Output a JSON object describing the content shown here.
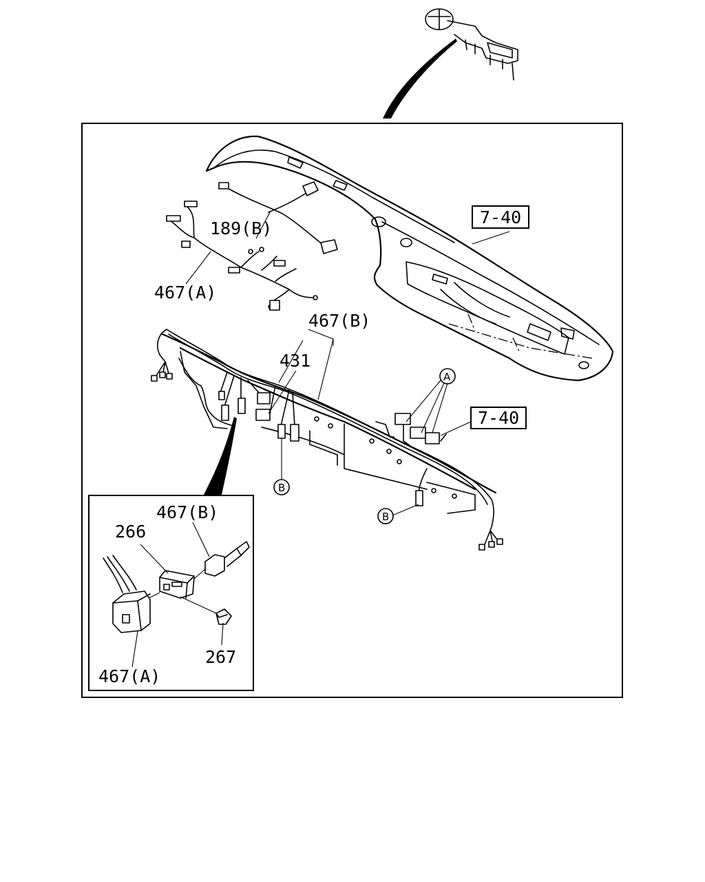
{
  "callouts": {
    "ref_dash_top": "7-40",
    "ref_dash_mid": "7-40",
    "harness_189b": "189(B)",
    "harness_467a_top": "467(A)",
    "harness_467b_main": "467(B)",
    "part_431": "431",
    "circle_a": "A",
    "circle_b_left": "B",
    "circle_b_right": "B",
    "detail_467b": "467(B)",
    "detail_266": "266",
    "detail_267": "267",
    "detail_467a": "467(A)"
  },
  "icons": [
    "steering-wheel-icon",
    "dashboard-panel",
    "wiring-harness",
    "connector",
    "bracket",
    "bolt"
  ]
}
